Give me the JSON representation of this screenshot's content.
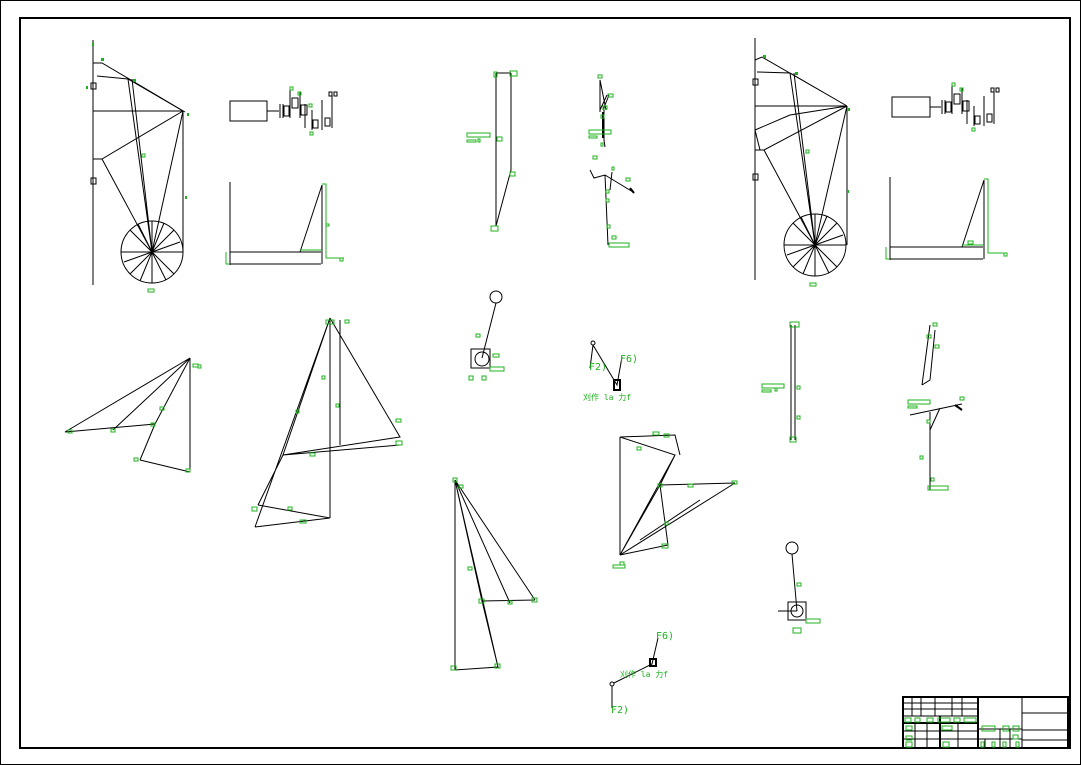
{
  "drawing": {
    "colors": {
      "line": "#000000",
      "annotation": "#1db31d",
      "background": "#ffffff"
    },
    "labels": {
      "upper_f6": "F6)",
      "upper_f2": "F2)",
      "upper_note": "刈作 la 力f",
      "lower_f6": "F6)",
      "lower_f2": "F2)",
      "lower_note": "刈作 la 力f"
    }
  }
}
